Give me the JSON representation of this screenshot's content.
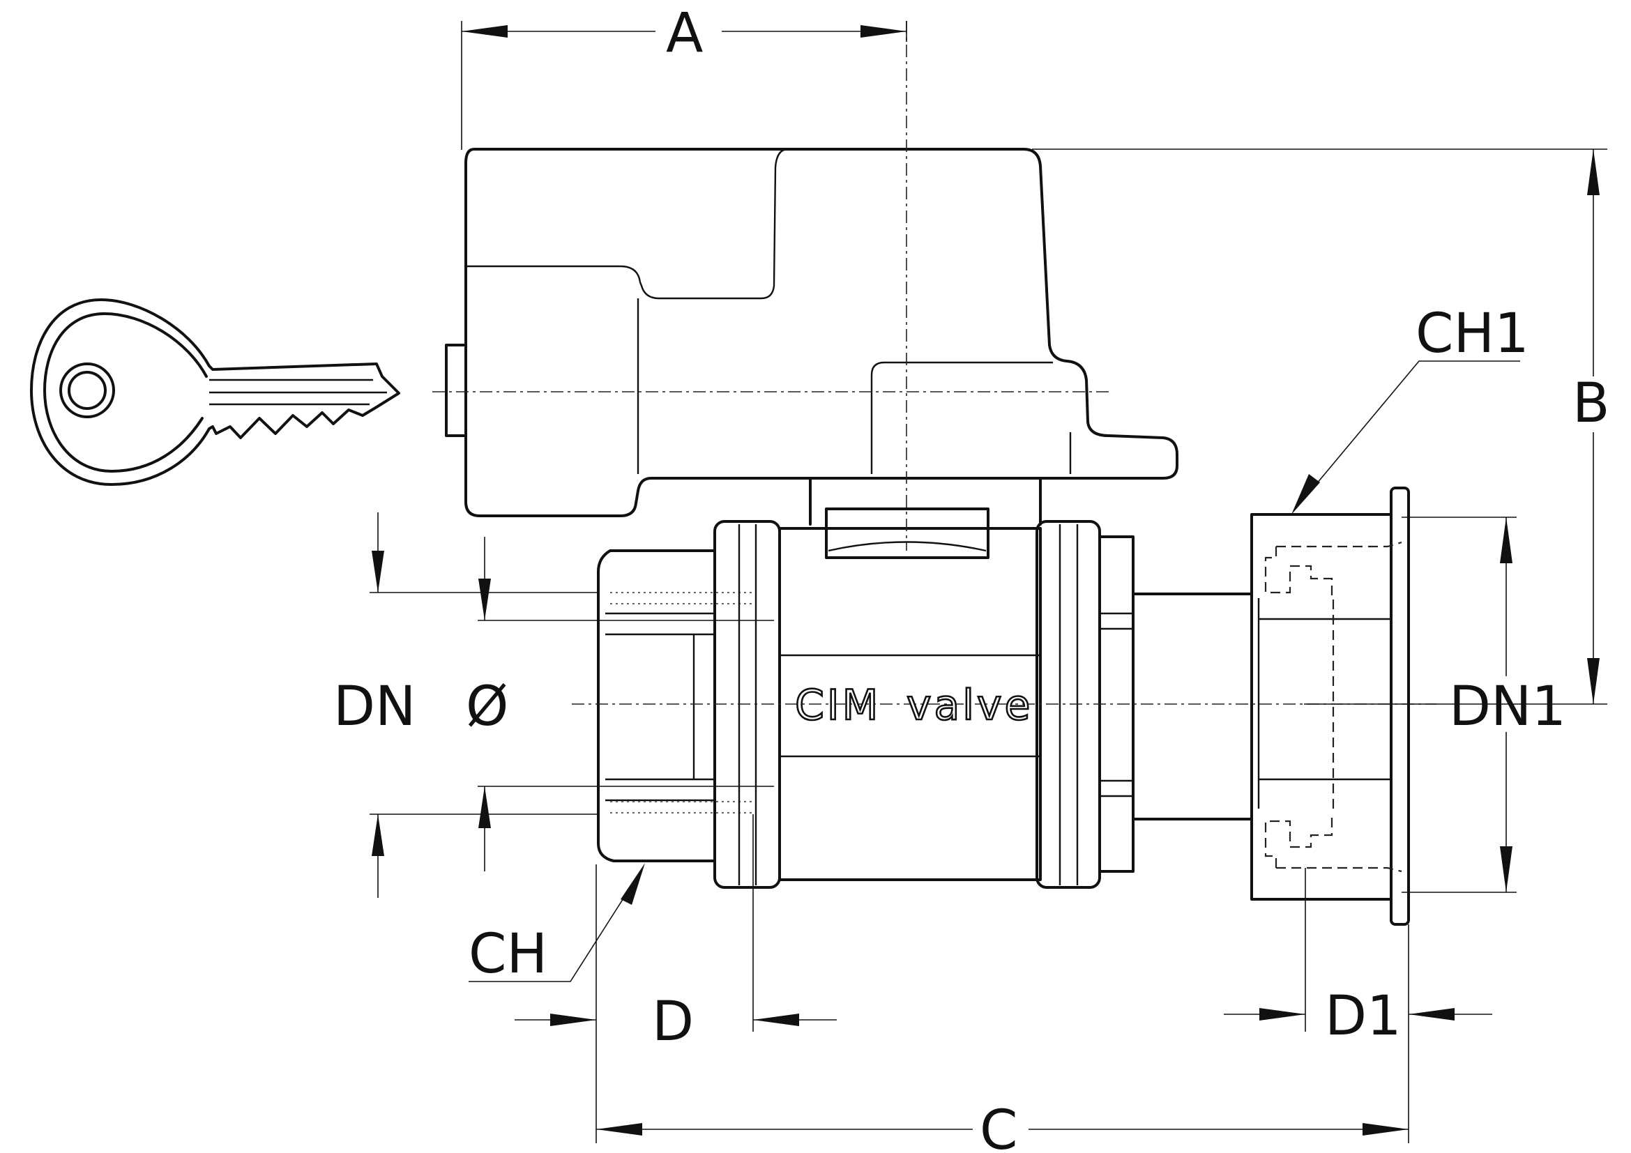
{
  "labels": {
    "A": "A",
    "B": "B",
    "C": "C",
    "D": "D",
    "D1": "D1",
    "DN": "DN",
    "DN1": "DN1",
    "phi": "Ø",
    "CH": "CH",
    "CH1": "CH1"
  },
  "brand": {
    "logo": "CIM",
    "word": "valve"
  }
}
